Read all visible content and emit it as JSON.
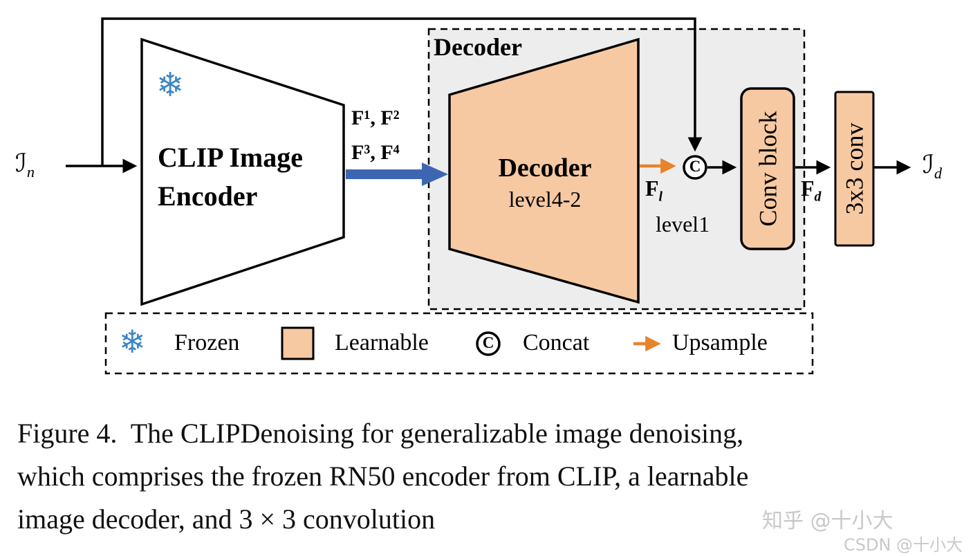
{
  "colors": {
    "learnable": "#f7c9a2",
    "decoderBox": "#ededed",
    "arrowBlue": "#3c66b2",
    "frozenBlue": "#3d86c6",
    "upsampleOrange": "#e8832c",
    "watermark": "#c9c9c9",
    "line": "#000000"
  },
  "diagram": {
    "input": {
      "symbol": "ℐ",
      "sub": "n"
    },
    "output": {
      "symbol": "ℐ",
      "sub": "d"
    },
    "encoder": {
      "icon": "snowflake-icon",
      "snowflake": "❄",
      "label": "CLIP Image Encoder"
    },
    "features_line1": "F¹, F²",
    "features_line2": "F³, F⁴",
    "decoder_box_label": "Decoder",
    "decoder_trapezoid": {
      "title": "Decoder",
      "subtitle": "level4-2"
    },
    "f_l": {
      "base": "F",
      "sub": "l"
    },
    "level1": "level1",
    "concat_symbol": "C",
    "conv_block": "Conv block",
    "f_d": {
      "base": "F",
      "sub": "d"
    },
    "conv3x3": "3x3 conv"
  },
  "legend": {
    "frozen_icon": "❄",
    "frozen": "Frozen",
    "learnable": "Learnable",
    "concat_symbol": "C",
    "concat": "Concat",
    "upsample": "Upsample"
  },
  "caption": {
    "line1": "Figure 4.  The CLIPDenoising for generalizable image denoising,",
    "line2": "which comprises the frozen RN50 encoder from CLIP, a learnable",
    "line3": "image decoder, and 3 × 3 convolution"
  },
  "watermarks": {
    "zhihu": "知乎 @十小大",
    "csdn": "CSDN @十小大"
  }
}
